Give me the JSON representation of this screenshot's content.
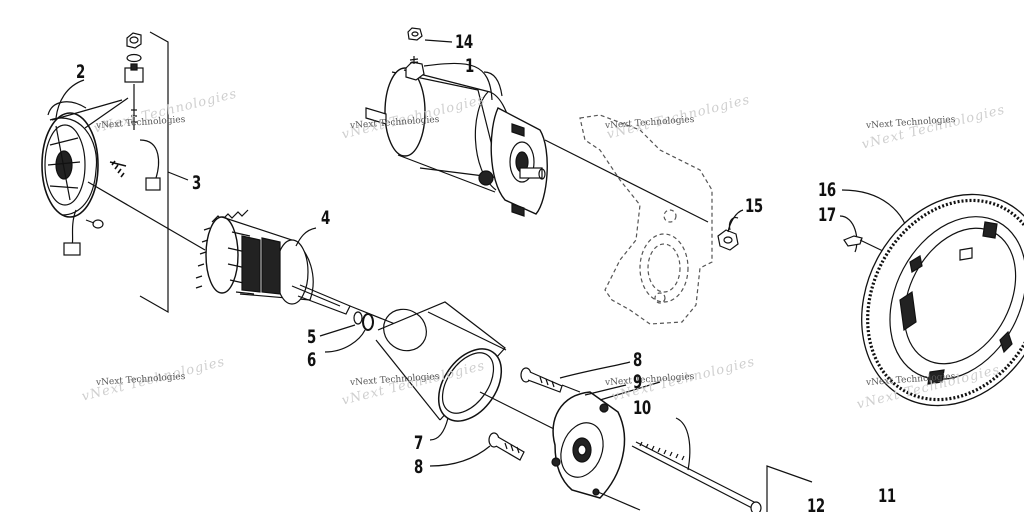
{
  "callouts": {
    "c1": "1",
    "c2": "2",
    "c3": "3",
    "c4": "4",
    "c5": "5",
    "c6": "6",
    "c7": "7",
    "c8a": "8",
    "c8b": "8",
    "c9": "9",
    "c10": "10",
    "c11": "11",
    "c12": "12",
    "c14": "14",
    "c15": "15",
    "c16": "16",
    "c17": "17"
  },
  "watermark": {
    "text": "vNext Technologies"
  },
  "colors": {
    "line": "#111111",
    "dashed": "#555555",
    "watermark": "#c8c8c8"
  }
}
